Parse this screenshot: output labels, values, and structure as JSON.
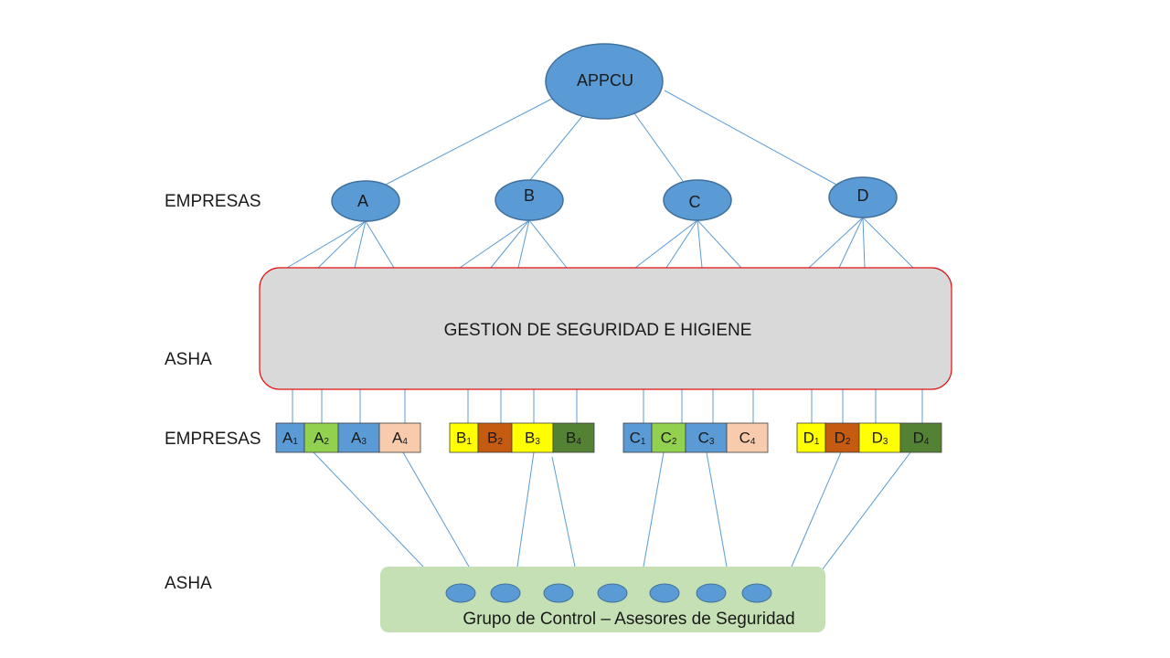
{
  "root": {
    "label": "APPCU"
  },
  "side_labels": {
    "top_empresas": "EMPRESAS",
    "top_asha": "ASHA",
    "bottom_empresas": "EMPRESAS",
    "bottom_asha": "ASHA"
  },
  "companies": [
    {
      "label": "A"
    },
    {
      "label": "B"
    },
    {
      "label": "C"
    },
    {
      "label": "D"
    }
  ],
  "management_box": {
    "label": "GESTION DE SEGURIDAD E HIGIENE"
  },
  "subcompany_groups": [
    {
      "cells": [
        {
          "letter": "A",
          "sub": "1",
          "color": "#5B9BD5"
        },
        {
          "letter": "A",
          "sub": "2",
          "color": "#92D050"
        },
        {
          "letter": "A",
          "sub": "3",
          "color": "#5B9BD5"
        },
        {
          "letter": "A",
          "sub": "4",
          "color": "#F8CBAD"
        }
      ]
    },
    {
      "cells": [
        {
          "letter": "B",
          "sub": "1",
          "color": "#FFFF00"
        },
        {
          "letter": "B",
          "sub": "2",
          "color": "#C55A11"
        },
        {
          "letter": "B",
          "sub": "3",
          "color": "#FFFF00"
        },
        {
          "letter": "B",
          "sub": "4",
          "color": "#548235"
        }
      ]
    },
    {
      "cells": [
        {
          "letter": "C",
          "sub": "1",
          "color": "#5B9BD5"
        },
        {
          "letter": "C",
          "sub": "2",
          "color": "#92D050"
        },
        {
          "letter": "C",
          "sub": "3",
          "color": "#5B9BD5"
        },
        {
          "letter": "C",
          "sub": "4",
          "color": "#F8CBAD"
        }
      ]
    },
    {
      "cells": [
        {
          "letter": "D",
          "sub": "1",
          "color": "#FFFF00"
        },
        {
          "letter": "D",
          "sub": "2",
          "color": "#C55A11"
        },
        {
          "letter": "D",
          "sub": "3",
          "color": "#FFFF00"
        },
        {
          "letter": "D",
          "sub": "4",
          "color": "#548235"
        }
      ]
    }
  ],
  "control_group": {
    "label": "Grupo de Control – Asesores de Seguridad",
    "advisor_count": 7
  },
  "colors": {
    "node_fill": "#5B9BD5",
    "node_stroke": "#41719C",
    "line": "#5B9BD5",
    "management_fill": "#D9D9D9",
    "management_stroke": "#E01010",
    "control_fill": "#C5E0B4"
  }
}
